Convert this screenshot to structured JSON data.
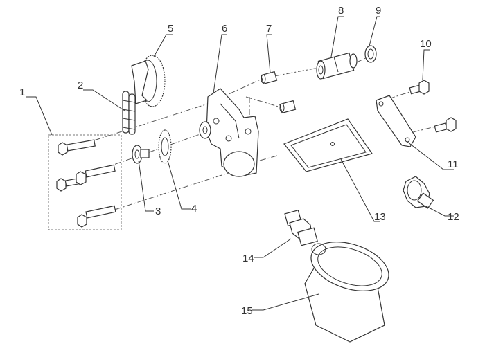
{
  "callouts": {
    "c1": "1",
    "c2": "2",
    "c3": "3",
    "c4": "4",
    "c5": "5",
    "c6": "6",
    "c7": "7",
    "c8": "8",
    "c9": "9",
    "c10": "10",
    "c11": "11",
    "c12": "12",
    "c13": "13",
    "c14": "14",
    "c15": "15"
  },
  "colors": {
    "line": "#333333",
    "background": "#ffffff"
  }
}
